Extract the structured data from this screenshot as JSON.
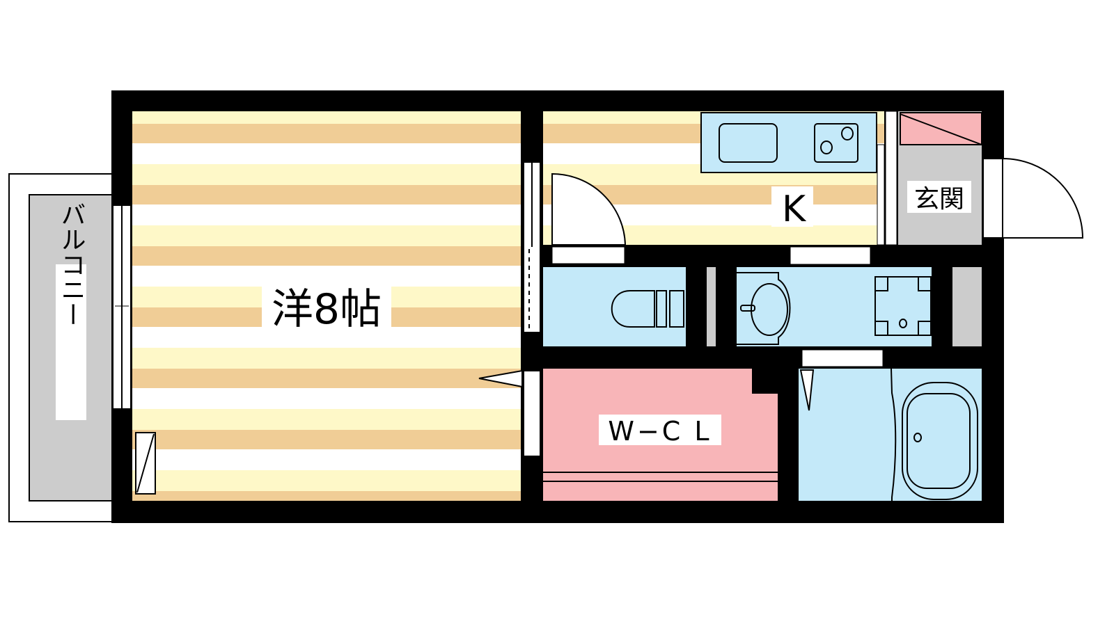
{
  "floorplan": {
    "rooms": {
      "western_room": "洋8帖",
      "kitchen": "K",
      "entrance": "玄関",
      "walk_in_closet": "W−C L",
      "balcony": "バルコニー"
    },
    "colors": {
      "wall": "#000000",
      "floor_tan": "#f0cd96",
      "floor_yellow": "#fef8c8",
      "water_area": "#c4e9f9",
      "closet": "#f8b5b8",
      "entrance": "#cccccc"
    }
  }
}
